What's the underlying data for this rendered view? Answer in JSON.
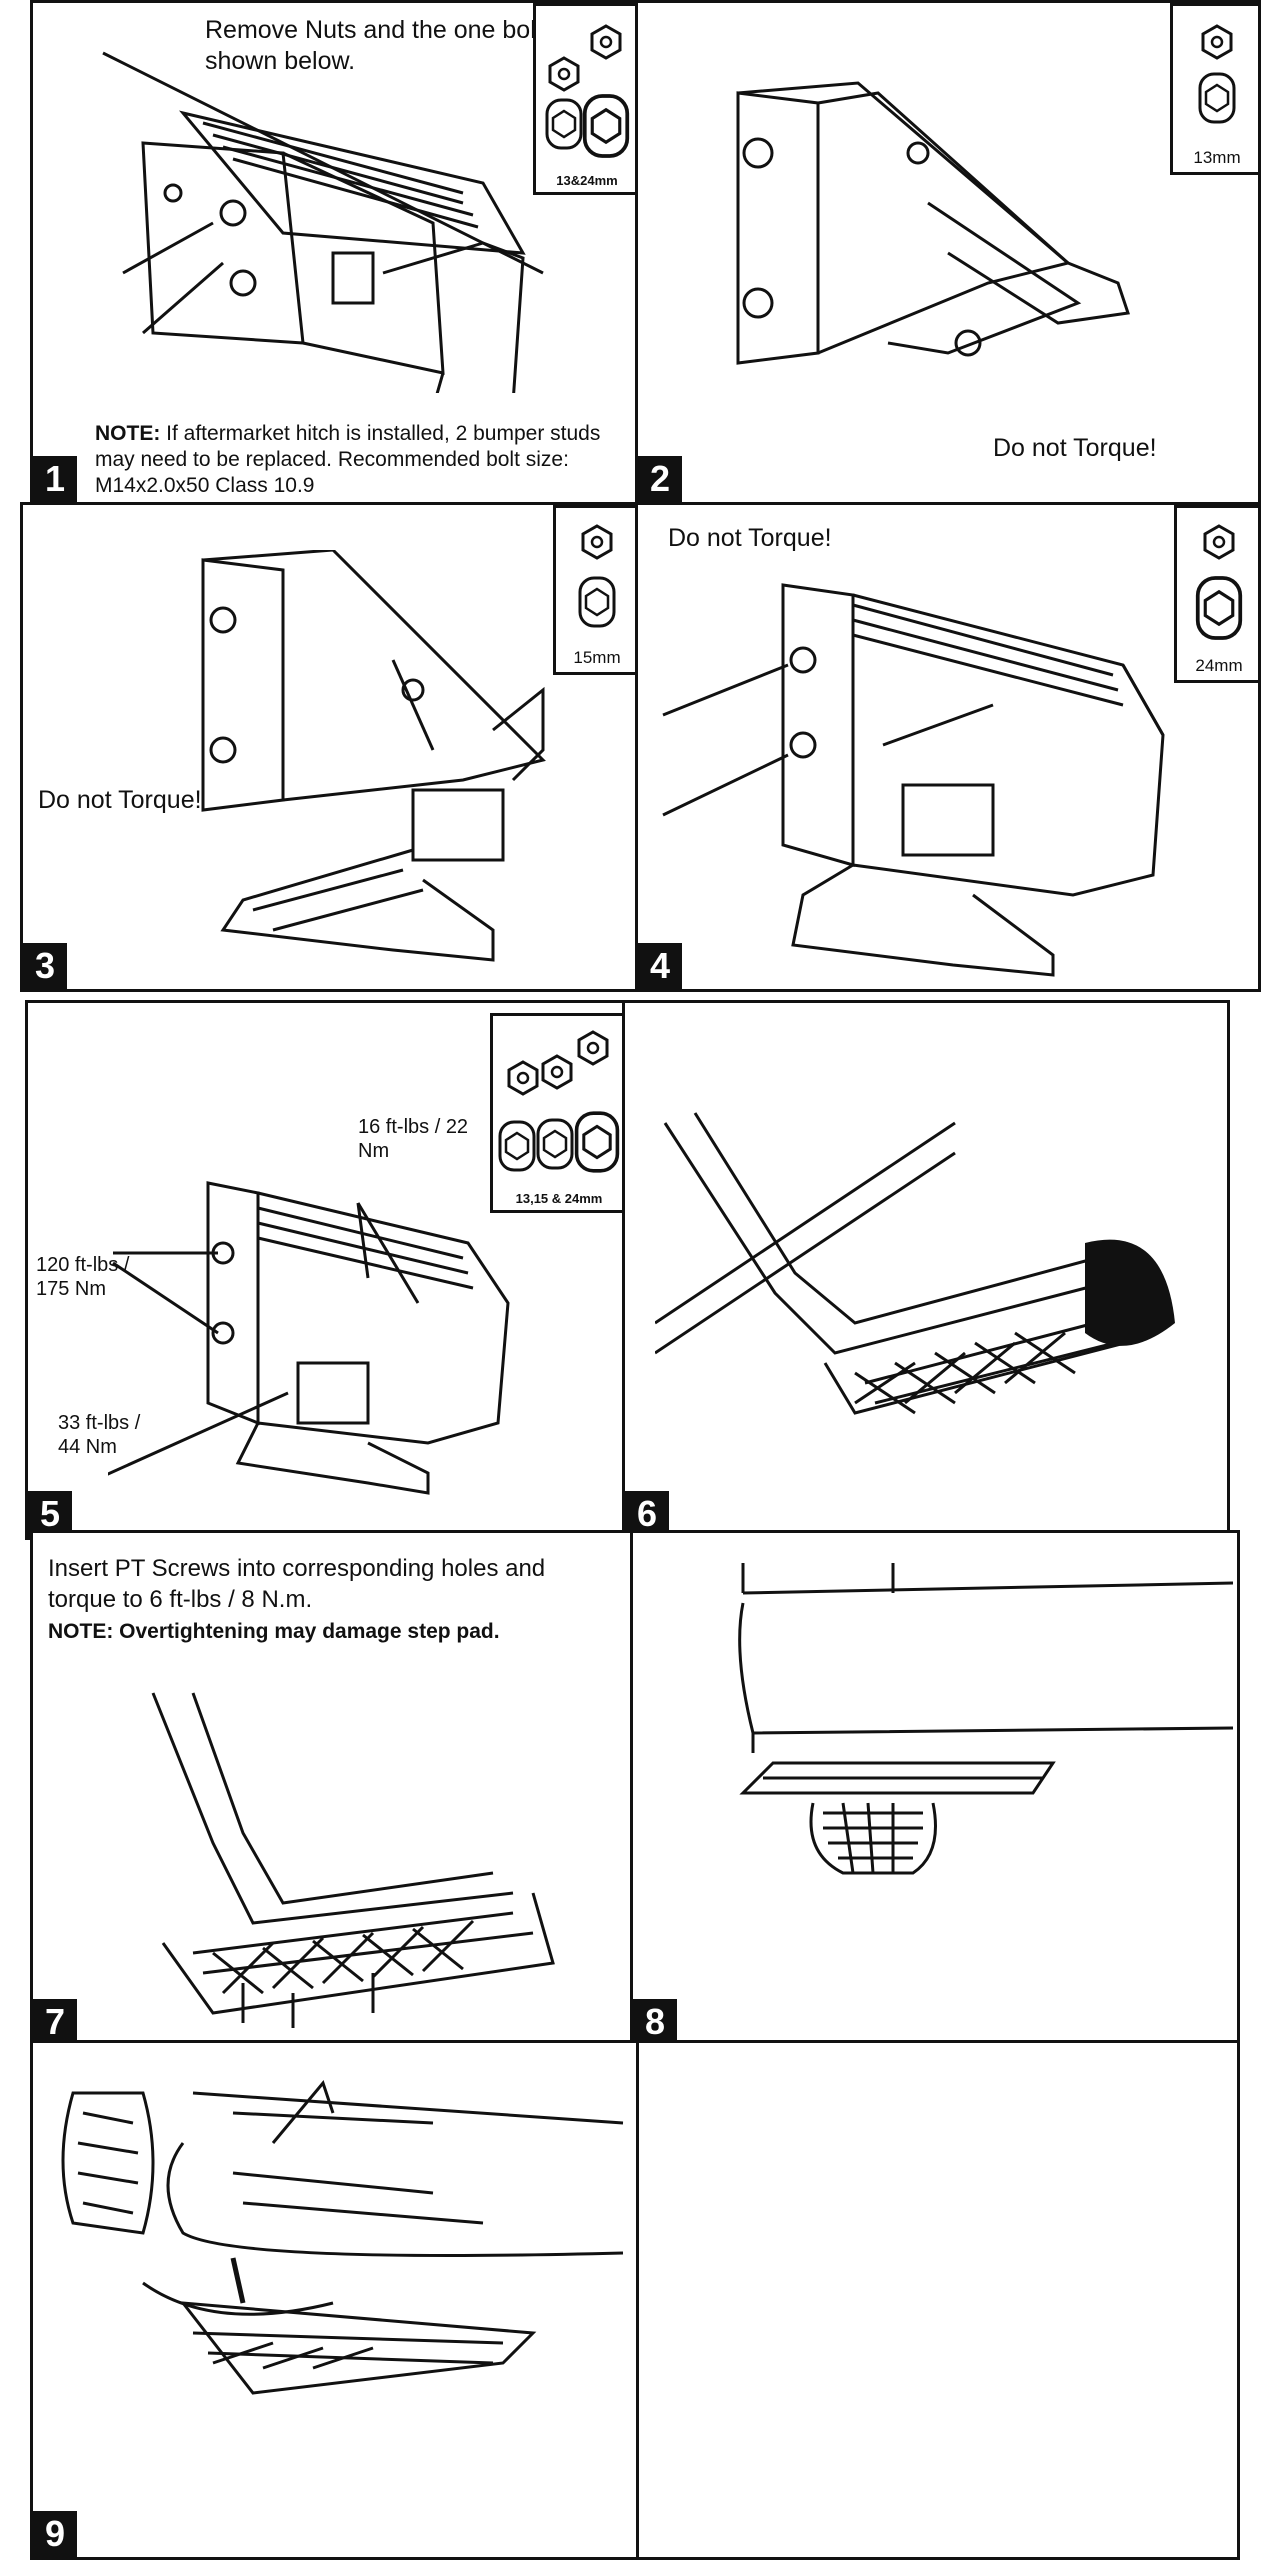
{
  "panels": [
    {
      "number": "1",
      "text": "Remove Nuts and the one bolt shown below.",
      "note_label": "NOTE:",
      "note_text": " If aftermarket hitch is installed, 2 bumper studs may need to be replaced. Recommended bolt size: M14x2.0x50 Class 10.9",
      "tool": "13&24mm"
    },
    {
      "number": "2",
      "text": "Do not Torque!",
      "tool": "13mm"
    },
    {
      "number": "3",
      "text": "Do not Torque!",
      "tool": "15mm"
    },
    {
      "number": "4",
      "text": "Do not Torque!",
      "tool": "24mm"
    },
    {
      "number": "5",
      "tool": "13,15 & 24mm",
      "torque_a": "16 ft-lbs / 22 Nm",
      "torque_b": "120 ft-lbs / 175 Nm",
      "torque_c": "33 ft-lbs / 44 Nm"
    },
    {
      "number": "6"
    },
    {
      "number": "7",
      "text": "Insert PT Screws into corresponding holes and torque to 6 ft-lbs / 8 N.m.",
      "note_label": "NOTE:",
      "note_text": " Overtightening may damage step pad."
    },
    {
      "number": "8"
    },
    {
      "number": "9"
    },
    {
      "number": ""
    }
  ],
  "icons": [
    "nut-hex-icon",
    "socket-icon"
  ]
}
